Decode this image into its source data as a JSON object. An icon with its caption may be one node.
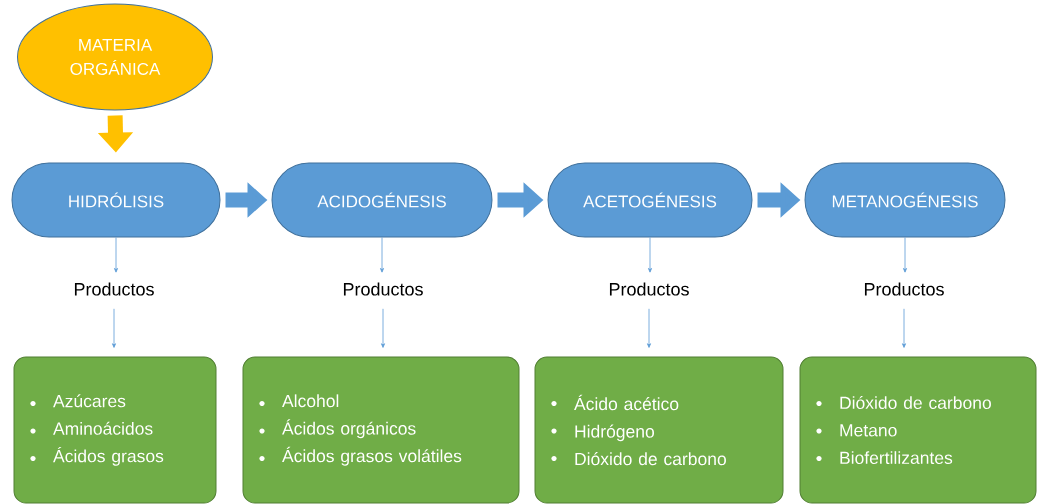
{
  "diagram": {
    "nodes": [
      {
        "text": [
          "MATERIA ORGÁNICA"
        ]
      },
      {
        "text": [
          "HIDRÓLISIS"
        ]
      },
      {
        "text": [
          "ACIDOGÉNESIS"
        ]
      },
      {
        "text": [
          "ACETOGÉNESIS"
        ]
      },
      {
        "text": [
          "METANOGÉNESIS"
        ]
      },
      {
        "text": [
          "Productos"
        ]
      },
      {
        "text": [
          "Productos"
        ]
      },
      {
        "text": [
          "Productos"
        ]
      },
      {
        "text": [
          "Productos"
        ]
      },
      {
        "text": [
          "Azúcares",
          "Aminoácidos",
          "Ácidos grasos"
        ]
      },
      {
        "text": [
          "Alcohol",
          "Ácidos orgánicos",
          "Ácidos grasos volátiles"
        ]
      },
      {
        "text": [
          "Ácido acético",
          "Hidrógeno",
          "Dióxido de carbono"
        ]
      },
      {
        "text": [
          "Dióxido de carbono",
          "Metano",
          "Biofertilizantes"
        ]
      }
    ],
    "edges": [
      {
        "from": 0,
        "to": 1,
        "arrow": "to",
        "style": "thick",
        "color": "#ffc000"
      },
      {
        "from": 1,
        "to": 2,
        "arrow": "to",
        "style": "thick"
      },
      {
        "from": 2,
        "to": 3,
        "arrow": "to",
        "style": "thick"
      },
      {
        "from": 3,
        "to": 4,
        "arrow": "to",
        "style": "thick"
      },
      {
        "from": 1,
        "to": 5,
        "arrow": "to"
      },
      {
        "from": 2,
        "to": 6,
        "arrow": "to"
      },
      {
        "from": 3,
        "to": 7,
        "arrow": "to"
      },
      {
        "from": 4,
        "to": 8,
        "arrow": "to"
      },
      {
        "from": 5,
        "to": 9,
        "arrow": "to"
      },
      {
        "from": 6,
        "to": 10,
        "arrow": "to"
      },
      {
        "from": 7,
        "to": 11,
        "arrow": "to"
      },
      {
        "from": 8,
        "to": 12,
        "arrow": "to"
      }
    ]
  }
}
